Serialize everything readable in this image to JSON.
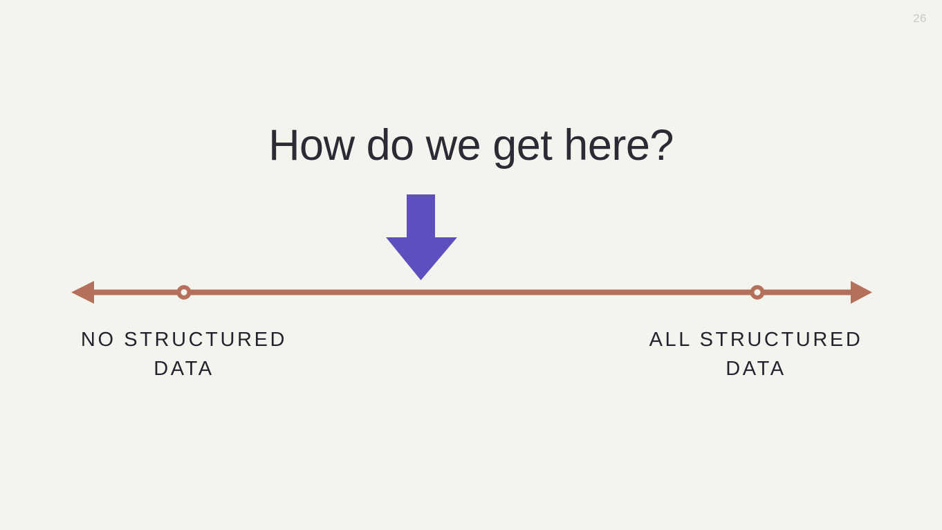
{
  "slide": {
    "page_number": "26",
    "background_color": "#f4f4ef",
    "title": "How do we get here?",
    "title_color": "#2b2b36"
  },
  "arrow": {
    "name": "down-arrow",
    "color": "#5d4fbe",
    "direction": "down"
  },
  "spectrum": {
    "line_color": "#b5705c",
    "marker_fill": "#f4f4ef",
    "left_arrowhead": "left-arrowhead-icon",
    "right_arrowhead": "right-arrowhead-icon",
    "markers": [
      {
        "name": "spectrum-marker-left",
        "position": "no-structured-data"
      },
      {
        "name": "spectrum-marker-right",
        "position": "all-structured-data"
      }
    ],
    "labels": {
      "left": {
        "line1": "No Structured",
        "line2": "Data"
      },
      "right": {
        "line1": "All Structured",
        "line2": "Data"
      }
    }
  }
}
